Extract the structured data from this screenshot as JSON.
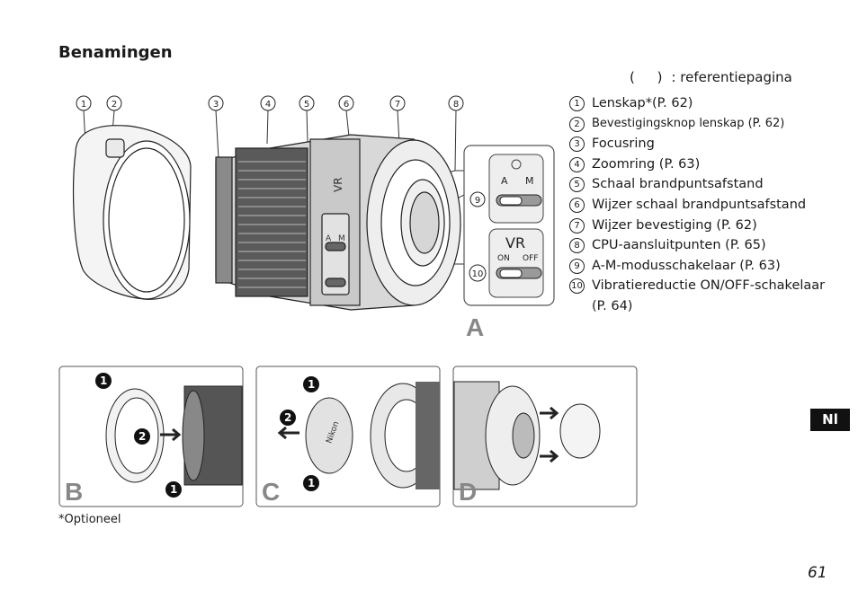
{
  "heading": "Benamingen",
  "ref_note": {
    "paren": "( )",
    "text": ": referentiepagina"
  },
  "callouts": [
    "1",
    "2",
    "3",
    "4",
    "5",
    "6",
    "7",
    "8",
    "9",
    "10"
  ],
  "parts": [
    {
      "num": "1",
      "label": "Lenskap*",
      "ref": "(P. 62)"
    },
    {
      "num": "2",
      "label": "Bevestigingsknop lenskap",
      "ref": "(P. 62)"
    },
    {
      "num": "3",
      "label": "Focusring",
      "ref": ""
    },
    {
      "num": "4",
      "label": "Zoomring",
      "ref": "(P. 63)"
    },
    {
      "num": "5",
      "label": "Schaal brandpuntsafstand",
      "ref": ""
    },
    {
      "num": "6",
      "label": "Wijzer schaal brandpuntsafstand",
      "ref": ""
    },
    {
      "num": "7",
      "label": "Wijzer bevestiging",
      "ref": "(P. 62)"
    },
    {
      "num": "8",
      "label": "CPU-aansluitpunten",
      "ref": "(P. 65)"
    },
    {
      "num": "9",
      "label": "A-M-modusschakelaar",
      "ref": "(P. 63)"
    },
    {
      "num": "10",
      "label": "Vibratiereductie ON/OFF-schakelaar",
      "ref": "(P. 64)"
    }
  ],
  "switch_labels": {
    "a": "A",
    "m": "M",
    "vr": "VR",
    "on": "ON",
    "off": "OFF",
    "lens_text": "Nikon"
  },
  "panels": {
    "a": "A",
    "b": "B",
    "c": "C",
    "d": "D"
  },
  "steps": {
    "one": "1",
    "two": "2"
  },
  "footnote": "*Optioneel",
  "lang_tab": "Nl",
  "page_number": "61"
}
